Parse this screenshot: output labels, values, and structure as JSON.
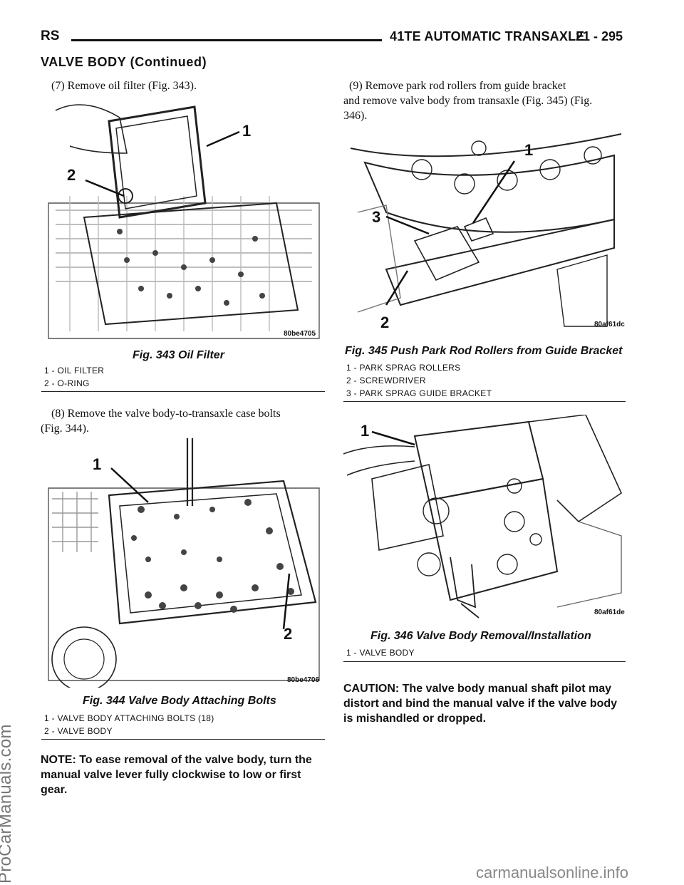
{
  "header": {
    "left": "RS",
    "title": "41TE AUTOMATIC TRANSAXLE",
    "page": "21 - 295"
  },
  "section_title": "VALVE BODY (Continued)",
  "steps": {
    "s7": "(7) Remove oil filter (Fig. 343).",
    "s8_line1": "(8) Remove the valve body-to-transaxle case bolts",
    "s8_line2": "(Fig. 344).",
    "s9_line1": "(9) Remove park rod rollers from guide bracket",
    "s9_line2": "and remove valve body from transaxle (Fig. 345) (Fig.",
    "s9_line3": "346)."
  },
  "figures": {
    "fig343": {
      "title": "Fig. 343 Oil Filter",
      "code": "80be4705",
      "callouts": [
        "1",
        "2"
      ],
      "legend": [
        "1 - OIL FILTER",
        "2 - O-RING"
      ]
    },
    "fig344": {
      "title": "Fig. 344 Valve Body Attaching Bolts",
      "code": "80be4706",
      "callouts": [
        "1",
        "2"
      ],
      "legend": [
        "1 - VALVE BODY ATTACHING BOLTS (18)",
        "2 - VALVE BODY"
      ]
    },
    "fig345": {
      "title": "Fig. 345 Push Park Rod Rollers from Guide Bracket",
      "code": "80af61dc",
      "callouts": [
        "1",
        "2",
        "3"
      ],
      "legend": [
        "1 - PARK SPRAG ROLLERS",
        "2 - SCREWDRIVER",
        "3 - PARK SPRAG GUIDE BRACKET"
      ]
    },
    "fig346": {
      "title": "Fig. 346 Valve Body Removal/Installation",
      "code": "80af61de",
      "callouts": [
        "1"
      ],
      "legend": [
        "1 - VALVE BODY"
      ]
    }
  },
  "note": {
    "line1": "NOTE: To ease removal of the valve body, turn the",
    "line2": "manual valve lever fully clockwise to low or first",
    "line3": "gear."
  },
  "caution": {
    "line1": "CAUTION: The valve body manual shaft pilot may",
    "line2": "distort and bind the manual valve if the valve body",
    "line3": "is mishandled or dropped."
  },
  "watermarks": {
    "side": "ProCarManuals.com",
    "footer": "carmanualsonline.info"
  }
}
